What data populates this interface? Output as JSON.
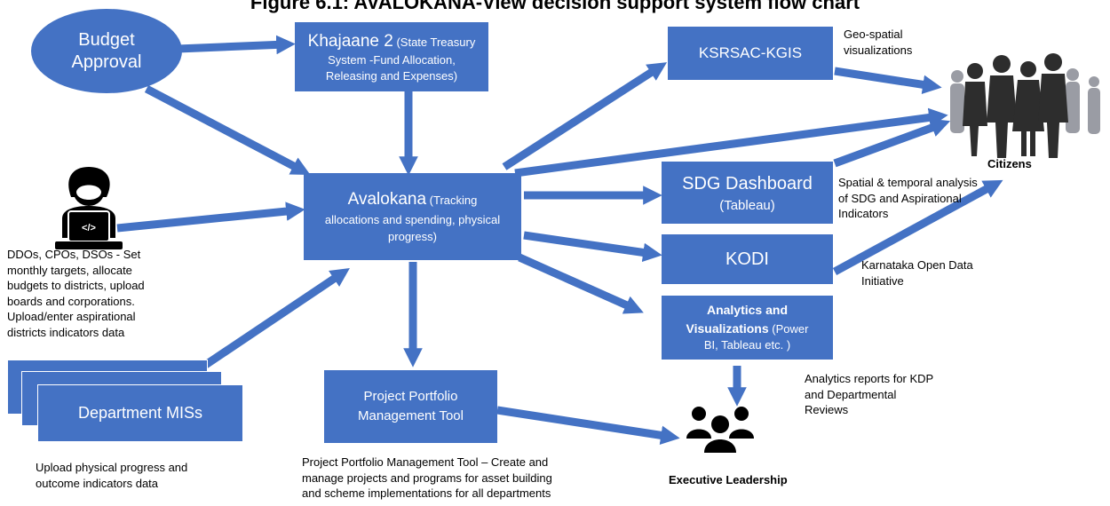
{
  "title": "Figure 6.1: AVALOKANA-View decision support system flow chart",
  "nodes": {
    "budget_approval": {
      "line1": "Budget",
      "line2": "Approval"
    },
    "khajaane": {
      "name": "Khajaane 2",
      "desc_part1": "(State Treasury",
      "desc_part2": "System -Fund Allocation,",
      "desc_part3": "Releasing and Expenses)"
    },
    "avalokana": {
      "name": "Avalokana",
      "desc_part1": "(Tracking",
      "desc_part2": "allocations and spending, physical",
      "desc_part3": "progress)"
    },
    "ksrsac": {
      "name": "KSRSAC-KGIS"
    },
    "sdg": {
      "name": "SDG Dashboard",
      "sub": "(Tableau)"
    },
    "kodi": {
      "name": "KODI"
    },
    "analytics": {
      "name_line1": "Analytics and",
      "name_line2": "Visualizations",
      "sub_part1": "(Power",
      "sub_part2": "BI, Tableau etc. )"
    },
    "ppm": {
      "line1": "Project Portfolio",
      "line2": "Management Tool"
    },
    "dept_mis": {
      "name": "Department MISs"
    }
  },
  "notes": {
    "geo": [
      "Geo-spatial",
      "visualizations"
    ],
    "citizens": "Citizens",
    "sdg_analysis": [
      "Spatial & temporal analysis",
      "of SDG and Aspirational",
      "Indicators"
    ],
    "kodi_full": [
      "Karnataka Open Data",
      "Initiative"
    ],
    "ddo": [
      "DDOs, CPOs, DSOs - Set",
      "monthly targets, allocate",
      "budgets to districts, upload",
      "boards and corporations.",
      "Upload/enter aspirational",
      "districts indicators data"
    ],
    "dept_upload": [
      "Upload physical progress and",
      "outcome indicators data"
    ],
    "ppm_desc": [
      "Project Portfolio Management Tool – Create and",
      "manage projects and programs for asset building",
      "and scheme implementations for all departments"
    ],
    "analytics_reports": [
      "Analytics reports for KDP",
      "and Departmental",
      "Reviews"
    ],
    "executive": "Executive Leadership"
  },
  "colors": {
    "box": "#4472C4",
    "arrow": "#4472C4",
    "people": "#2d2d2d"
  },
  "icons": [
    "developer-laptop-icon",
    "citizens-crowd-icon",
    "executive-group-icon"
  ]
}
